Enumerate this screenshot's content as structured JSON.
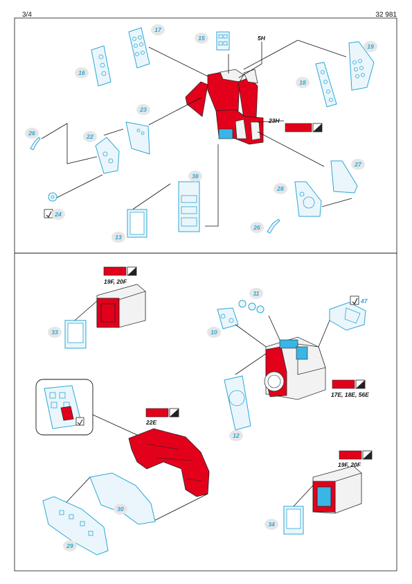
{
  "header": {
    "page": "3/4",
    "code": "32 981"
  },
  "colors": {
    "photoetch": "#2aa6d6",
    "red": "#e3001b",
    "blue": "#39b5e6",
    "label_bg": "#e6e6e6"
  },
  "parts": {
    "p17": "17",
    "p15": "15",
    "p5h": "5H",
    "p19": "19",
    "p16": "16",
    "p18": "18",
    "p23": "23",
    "p23h": "23H",
    "p26a": "26",
    "p22": "22",
    "p27": "27",
    "p38": "38",
    "p28": "28",
    "p24": "24",
    "p26b": "26",
    "p13": "13",
    "p33": "33",
    "p11": "11",
    "p47": "47",
    "p10": "10",
    "p12": "12",
    "p22e": "22E",
    "p30": "30",
    "p29": "29",
    "p34": "34"
  },
  "paint_codes": {
    "c1": "19F, 20F",
    "c2": "17E, 18E, 56E",
    "c3": "22E",
    "c4": "19F, 20F"
  },
  "icons": {
    "half_tone": "half-tone-square-icon",
    "bend": "bend-symbol-icon",
    "fold": "fold-symbol-icon"
  }
}
